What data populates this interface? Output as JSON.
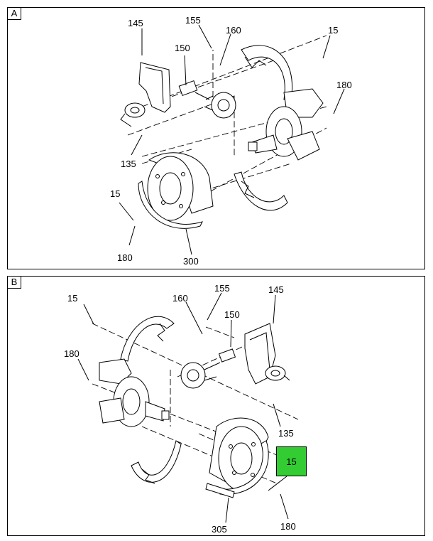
{
  "panel_a": {
    "tag": "A",
    "callouts": {
      "c145": "145",
      "c155": "155",
      "c160": "160",
      "c150": "150",
      "c15_top": "15",
      "c180_right": "180",
      "c135": "135",
      "c15_left": "15",
      "c180_left": "180",
      "c300": "300"
    }
  },
  "panel_b": {
    "tag": "B",
    "callouts": {
      "c15_top": "15",
      "c160": "160",
      "c155": "155",
      "c145": "145",
      "c150": "150",
      "c180_left": "180",
      "c135": "135",
      "c15_highlight": "15",
      "c305": "305",
      "c180_bottom": "180"
    }
  },
  "colors": {
    "highlight": "#33cc33",
    "line": "#000000",
    "background": "#ffffff"
  }
}
